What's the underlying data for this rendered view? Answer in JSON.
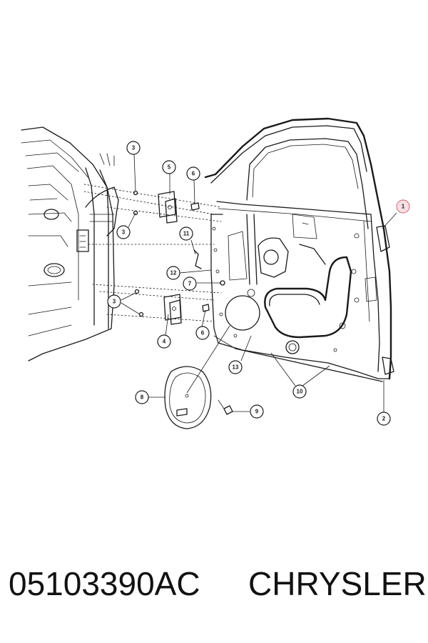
{
  "callouts": [
    {
      "id": "c1",
      "label": "1",
      "highlighted": true
    },
    {
      "id": "c2",
      "label": "2"
    },
    {
      "id": "c3a",
      "label": "3"
    },
    {
      "id": "c3b",
      "label": "3"
    },
    {
      "id": "c3c",
      "label": "3"
    },
    {
      "id": "c4",
      "label": "4"
    },
    {
      "id": "c5",
      "label": "5"
    },
    {
      "id": "c6a",
      "label": "6"
    },
    {
      "id": "c6b",
      "label": "6"
    },
    {
      "id": "c7",
      "label": "7"
    },
    {
      "id": "c8",
      "label": "8"
    },
    {
      "id": "c9",
      "label": "9"
    },
    {
      "id": "c10",
      "label": "10"
    },
    {
      "id": "c11",
      "label": "11"
    },
    {
      "id": "c12",
      "label": "12"
    },
    {
      "id": "c13",
      "label": "13"
    }
  ],
  "caption": {
    "part_number": "05103390AC",
    "brand": "CHRYSLER"
  },
  "colors": {
    "line": "#1a1a1a",
    "highlight_fill": "#f6e0e3",
    "highlight_stroke": "#d9788a"
  }
}
